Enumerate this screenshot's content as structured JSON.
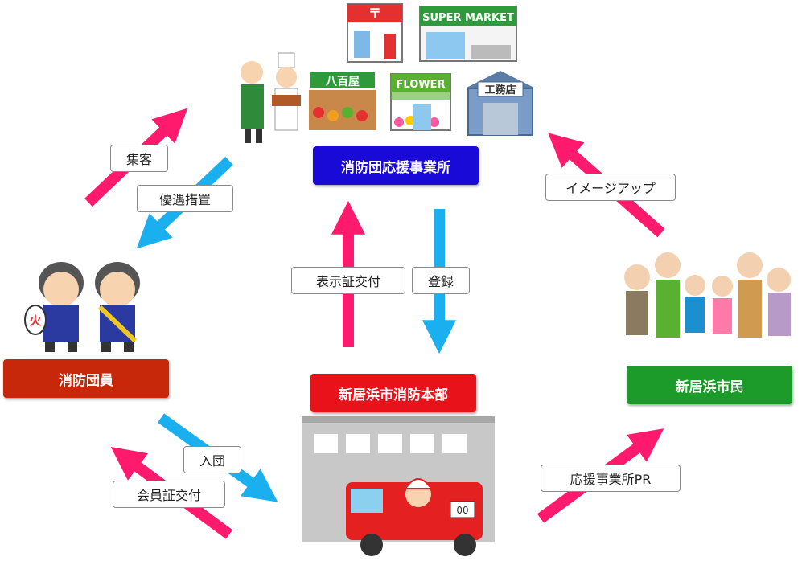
{
  "nodes": {
    "support_office": "消防団応援事業所",
    "fire_member": "消防団員",
    "fire_hq": "新居浜市消防本部",
    "citizens": "新居浜市民"
  },
  "edge_labels": {
    "attract_customers": "集客",
    "preferential_treatment": "優遇措置",
    "issue_display_certificate": "表示証交付",
    "registration": "登録",
    "image_up": "イメージアップ",
    "join": "入団",
    "issue_member_card": "会員証交付",
    "office_pr": "応援事業所PR"
  },
  "signage": {
    "post_office_mark": "〒",
    "supermarket": "SUPER MARKET",
    "greengrocer": "八百屋",
    "flower_shop": "FLOWER",
    "construction_shop": "工務店",
    "lantern": "火",
    "truck_plate": "00"
  },
  "colors": {
    "arrow_pink": "#ff1a6e",
    "arrow_blue": "#1ab0f0",
    "support_office": "#1a0ad8",
    "fire_member": "#c8280a",
    "fire_hq": "#e8121a",
    "citizens": "#1c9a2a"
  }
}
